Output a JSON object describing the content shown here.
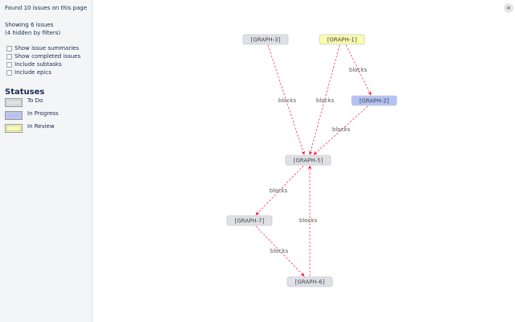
{
  "sidebar": {
    "found": "Found 10 issues on this page",
    "showing": "Showing 6 issues",
    "hidden": "(4 hidden by filters)",
    "options": [
      "Show issue summaries",
      "Show completed issues",
      "Include subtasks",
      "Include epics"
    ],
    "statuses_title": "Statuses",
    "statuses": [
      {
        "label": "To Do",
        "color": "#dfe1e6"
      },
      {
        "label": "In Progress",
        "color": "#b3c3f7"
      },
      {
        "label": "In Review",
        "color": "#fafcae"
      }
    ]
  },
  "close_label": "×",
  "graph": {
    "nodes": [
      {
        "id": "GRAPH-3",
        "label": "[GRAPH-3]",
        "status": "To Do",
        "color": "#dfe1e6"
      },
      {
        "id": "GRAPH-1",
        "label": "[GRAPH-1]",
        "status": "In Review",
        "color": "#fafcae"
      },
      {
        "id": "GRAPH-2",
        "label": "[GRAPH-2]",
        "status": "In Progress",
        "color": "#b3c3f7"
      },
      {
        "id": "GRAPH-5",
        "label": "[GRAPH-5]",
        "status": "To Do",
        "color": "#dfe1e6"
      },
      {
        "id": "GRAPH-7",
        "label": "[GRAPH-7]",
        "status": "To Do",
        "color": "#dfe1e6"
      },
      {
        "id": "GRAPH-6",
        "label": "[GRAPH-6]",
        "status": "To Do",
        "color": "#dfe1e6"
      }
    ],
    "edges": [
      {
        "from": "GRAPH-3",
        "to": "GRAPH-5",
        "label": "blocks"
      },
      {
        "from": "GRAPH-1",
        "to": "GRAPH-5",
        "label": "blocks"
      },
      {
        "from": "GRAPH-1",
        "to": "GRAPH-2",
        "label": "blocks"
      },
      {
        "from": "GRAPH-2",
        "to": "GRAPH-5",
        "label": "blocks"
      },
      {
        "from": "GRAPH-5",
        "to": "GRAPH-7",
        "label": "blocks"
      },
      {
        "from": "GRAPH-7",
        "to": "GRAPH-6",
        "label": "blocks"
      },
      {
        "from": "GRAPH-6",
        "to": "GRAPH-5",
        "label": "blocks"
      }
    ]
  }
}
